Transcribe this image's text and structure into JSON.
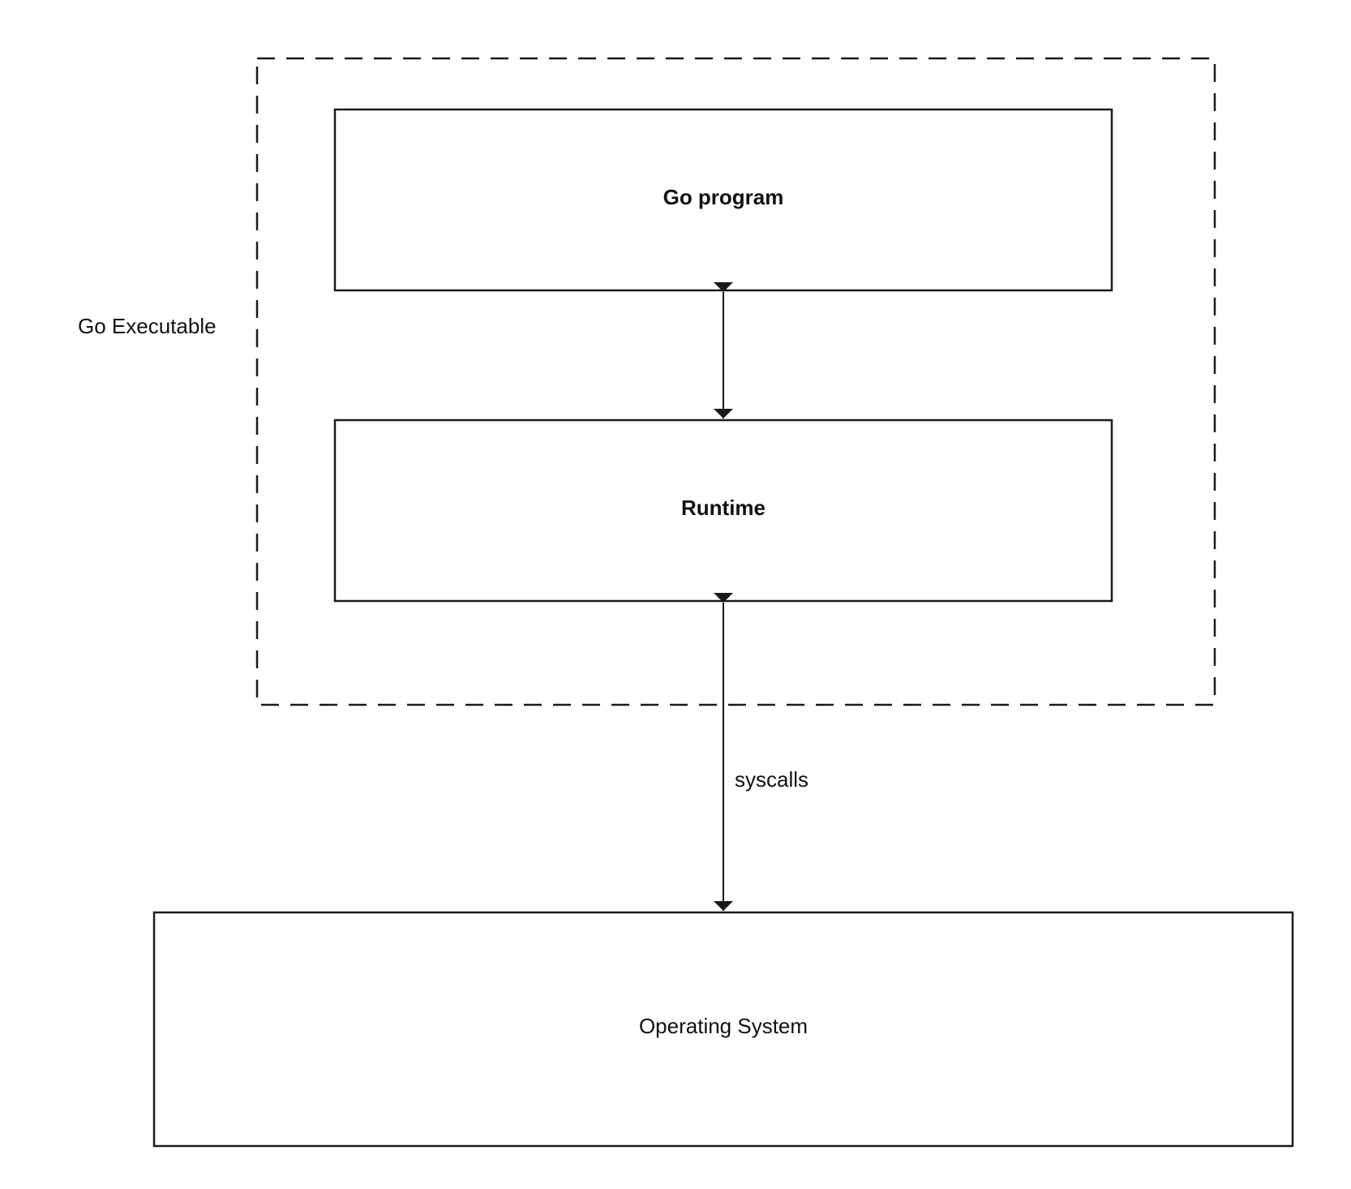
{
  "diagram": {
    "container_label": "Go Executable",
    "nodes": {
      "go_program": "Go program",
      "runtime": "Runtime",
      "operating_system": "Operating System"
    },
    "edges": {
      "program_runtime": "",
      "runtime_os": "syscalls"
    }
  },
  "colors": {
    "stroke": "#1a1a1a",
    "text": "#111111",
    "background": "#ffffff"
  }
}
